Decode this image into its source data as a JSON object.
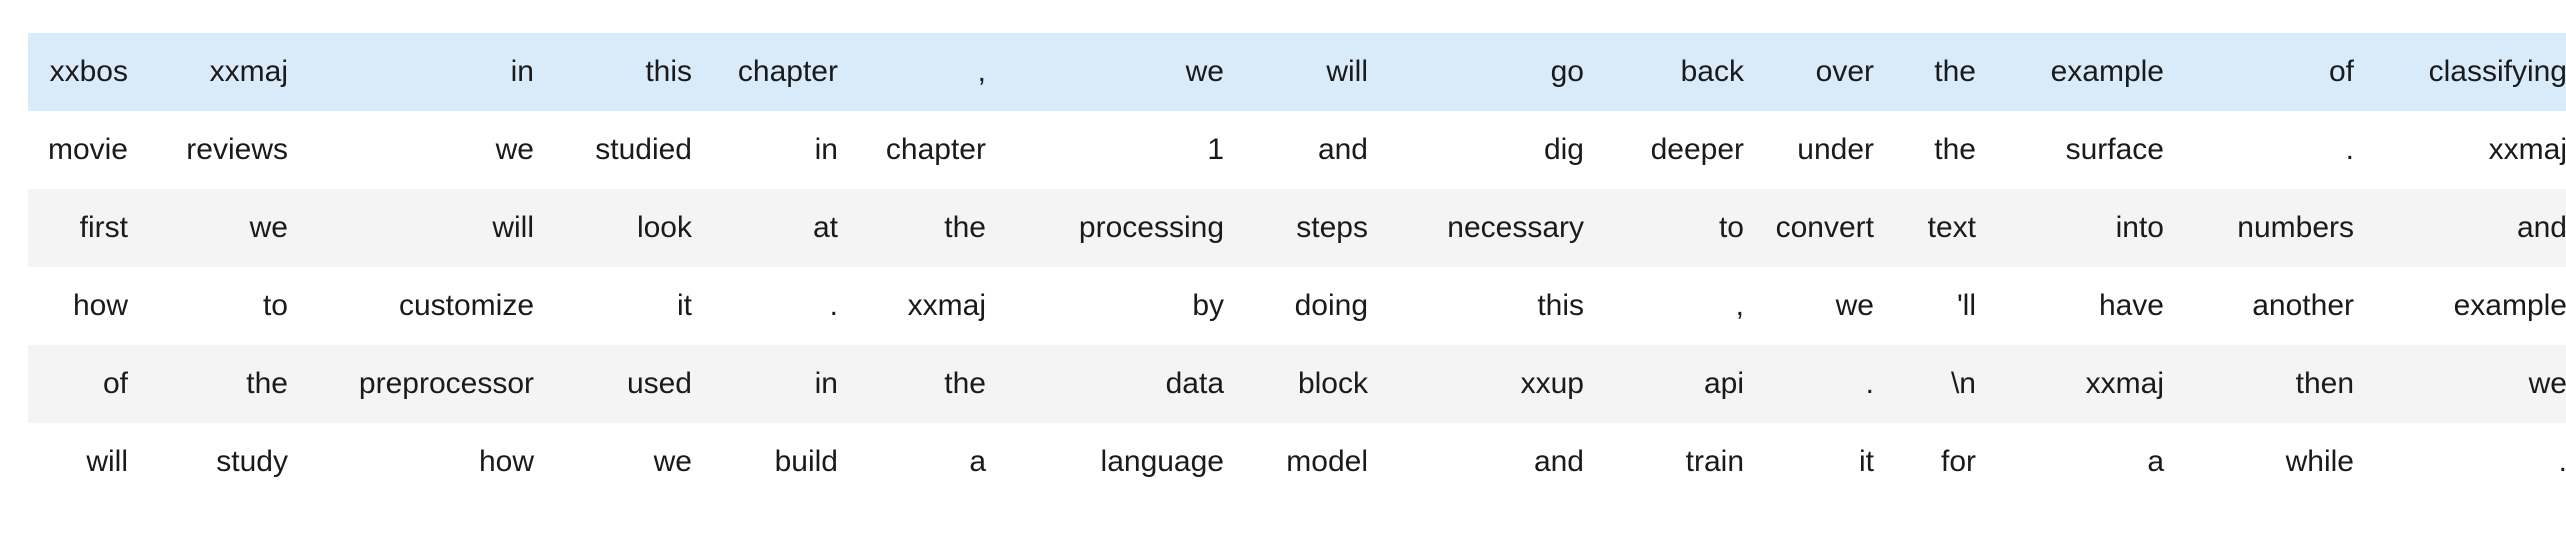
{
  "table": {
    "kind": "tokenized-text-dataframe",
    "row_count": 6,
    "column_count": 15,
    "colors": {
      "page_background": "#ffffff",
      "row_highlight": "#d9eaf9",
      "row_stripe": "#f4f4f4",
      "row_plain": "#ffffff",
      "text": "#1a1a1a"
    },
    "row_styles": [
      "row-highlight",
      "row-plain",
      "row-stripe",
      "row-plain",
      "row-stripe",
      "row-plain"
    ],
    "rows": [
      [
        "xxbos",
        "xxmaj",
        "in",
        "this",
        "chapter",
        ",",
        "we",
        "will",
        "go",
        "back",
        "over",
        "the",
        "example",
        "of",
        "classifying"
      ],
      [
        "movie",
        "reviews",
        "we",
        "studied",
        "in",
        "chapter",
        "1",
        "and",
        "dig",
        "deeper",
        "under",
        "the",
        "surface",
        ".",
        "xxmaj"
      ],
      [
        "first",
        "we",
        "will",
        "look",
        "at",
        "the",
        "processing",
        "steps",
        "necessary",
        "to",
        "convert",
        "text",
        "into",
        "numbers",
        "and"
      ],
      [
        "how",
        "to",
        "customize",
        "it",
        ".",
        "xxmaj",
        "by",
        "doing",
        "this",
        ",",
        "we",
        "'ll",
        "have",
        "another",
        "example"
      ],
      [
        "of",
        "the",
        "preprocessor",
        "used",
        "in",
        "the",
        "data",
        "block",
        "xxup",
        "api",
        ".",
        "\\n",
        "xxmaj",
        "then",
        "we"
      ],
      [
        "will",
        "study",
        "how",
        "we",
        "build",
        "a",
        "language",
        "model",
        "and",
        "train",
        "it",
        "for",
        "a",
        "while",
        "."
      ]
    ]
  }
}
